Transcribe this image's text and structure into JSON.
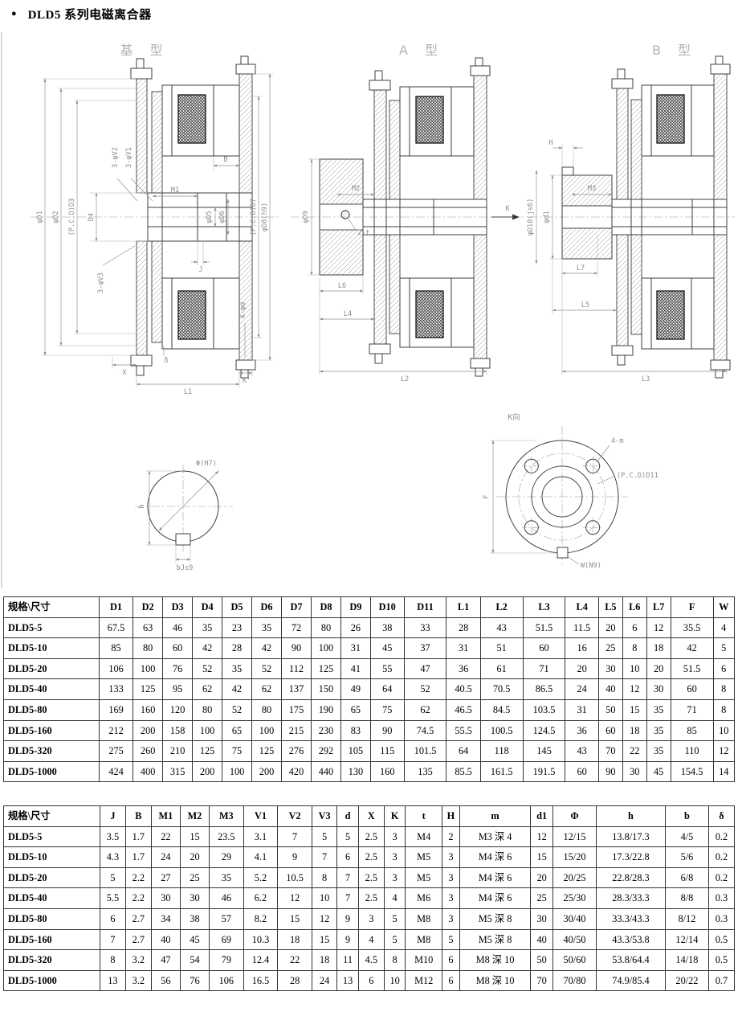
{
  "page": {
    "bullet": "●",
    "title": "DLD5 系列电磁离合器"
  },
  "dwg": {
    "base": {
      "title": "基 型",
      "dim_d1": "φD1",
      "dim_d2": "φD2",
      "dim_d3": "(P.C.D)D3",
      "dim_d4": "D4",
      "dim_v2": "3-φV2",
      "dim_v1": "3-φV1",
      "dim_v3": "3-φV3",
      "dim_b": "B",
      "dim_m1": "M1",
      "dim_d5": "φD5",
      "dim_d6": "φD6",
      "dim_d7": "(P.C.D)D7",
      "dim_d8": "φD8(h9)",
      "dim_j": "J",
      "dim_4d": "4-φd",
      "dim_delta": "δ",
      "dim_x": "X",
      "dim_l1": "L1",
      "dim_k": "K'"
    },
    "typeA": {
      "title": "A 型",
      "dim_d9": "φD9",
      "dim_m2": "M2",
      "dim_2t": "2-t",
      "dim_k": "K",
      "dim_l6": "L6",
      "dim_l4": "L4",
      "dim_l2": "L2"
    },
    "typeB": {
      "title": "B 型",
      "dim_h": "H",
      "dim_m3": "M3",
      "dim_d10": "φD10(js6)",
      "dim_d1": "φd1",
      "dim_l7": "L7",
      "dim_l5": "L5",
      "dim_l3": "L3"
    },
    "bore": {
      "dim_phi": "Φ(H7)",
      "dim_h": "h",
      "dim_b": "bJs9"
    },
    "flange": {
      "title": "K向",
      "dim_m": "4-m",
      "dim_pcd": "(P.C.D)D11",
      "dim_f": "F",
      "dim_w": "W(N9)"
    }
  },
  "table1": {
    "headers": [
      "规格\\尺寸",
      "D1",
      "D2",
      "D3",
      "D4",
      "D5",
      "D6",
      "D7",
      "D8",
      "D9",
      "D10",
      "D11",
      "L1",
      "L2",
      "L3",
      "L4",
      "L5",
      "L6",
      "L7",
      "F",
      "W"
    ],
    "rows": [
      [
        "DLD5-5",
        "67.5",
        "63",
        "46",
        "35",
        "23",
        "35",
        "72",
        "80",
        "26",
        "38",
        "33",
        "28",
        "43",
        "51.5",
        "11.5",
        "20",
        "6",
        "12",
        "35.5",
        "4"
      ],
      [
        "DLD5-10",
        "85",
        "80",
        "60",
        "42",
        "28",
        "42",
        "90",
        "100",
        "31",
        "45",
        "37",
        "31",
        "51",
        "60",
        "16",
        "25",
        "8",
        "18",
        "42",
        "5"
      ],
      [
        "DLD5-20",
        "106",
        "100",
        "76",
        "52",
        "35",
        "52",
        "112",
        "125",
        "41",
        "55",
        "47",
        "36",
        "61",
        "71",
        "20",
        "30",
        "10",
        "20",
        "51.5",
        "6"
      ],
      [
        "DLD5-40",
        "133",
        "125",
        "95",
        "62",
        "42",
        "62",
        "137",
        "150",
        "49",
        "64",
        "52",
        "40.5",
        "70.5",
        "86.5",
        "24",
        "40",
        "12",
        "30",
        "60",
        "8"
      ],
      [
        "DLD5-80",
        "169",
        "160",
        "120",
        "80",
        "52",
        "80",
        "175",
        "190",
        "65",
        "75",
        "62",
        "46.5",
        "84.5",
        "103.5",
        "31",
        "50",
        "15",
        "35",
        "71",
        "8"
      ],
      [
        "DLD5-160",
        "212",
        "200",
        "158",
        "100",
        "65",
        "100",
        "215",
        "230",
        "83",
        "90",
        "74.5",
        "55.5",
        "100.5",
        "124.5",
        "36",
        "60",
        "18",
        "35",
        "85",
        "10"
      ],
      [
        "DLD5-320",
        "275",
        "260",
        "210",
        "125",
        "75",
        "125",
        "276",
        "292",
        "105",
        "115",
        "101.5",
        "64",
        "118",
        "145",
        "43",
        "70",
        "22",
        "35",
        "110",
        "12"
      ],
      [
        "DLD5-1000",
        "424",
        "400",
        "315",
        "200",
        "100",
        "200",
        "420",
        "440",
        "130",
        "160",
        "135",
        "85.5",
        "161.5",
        "191.5",
        "60",
        "90",
        "30",
        "45",
        "154.5",
        "14"
      ]
    ]
  },
  "table2": {
    "headers": [
      "规格\\尺寸",
      "J",
      "B",
      "M1",
      "M2",
      "M3",
      "V1",
      "V2",
      "V3",
      "d",
      "X",
      "K",
      "t",
      "H",
      "m",
      "d1",
      "Φ",
      "h",
      "b",
      "δ"
    ],
    "rows": [
      [
        "DLD5-5",
        "3.5",
        "1.7",
        "22",
        "15",
        "23.5",
        "3.1",
        "7",
        "5",
        "5",
        "2.5",
        "3",
        "M4",
        "2",
        "M3 深 4",
        "12",
        "12/15",
        "13.8/17.3",
        "4/5",
        "0.2"
      ],
      [
        "DLD5-10",
        "4.3",
        "1.7",
        "24",
        "20",
        "29",
        "4.1",
        "9",
        "7",
        "6",
        "2.5",
        "3",
        "M5",
        "3",
        "M4 深 6",
        "15",
        "15/20",
        "17.3/22.8",
        "5/6",
        "0.2"
      ],
      [
        "DLD5-20",
        "5",
        "2.2",
        "27",
        "25",
        "35",
        "5.2",
        "10.5",
        "8",
        "7",
        "2.5",
        "3",
        "M5",
        "3",
        "M4 深 6",
        "20",
        "20/25",
        "22.8/28.3",
        "6/8",
        "0.2"
      ],
      [
        "DLD5-40",
        "5.5",
        "2.2",
        "30",
        "30",
        "46",
        "6.2",
        "12",
        "10",
        "7",
        "2.5",
        "4",
        "M6",
        "3",
        "M4 深 6",
        "25",
        "25/30",
        "28.3/33.3",
        "8/8",
        "0.3"
      ],
      [
        "DLD5-80",
        "6",
        "2.7",
        "34",
        "38",
        "57",
        "8.2",
        "15",
        "12",
        "9",
        "3",
        "5",
        "M8",
        "3",
        "M5 深 8",
        "30",
        "30/40",
        "33.3/43.3",
        "8/12",
        "0.3"
      ],
      [
        "DLD5-160",
        "7",
        "2.7",
        "40",
        "45",
        "69",
        "10.3",
        "18",
        "15",
        "9",
        "4",
        "5",
        "M8",
        "5",
        "M5 深 8",
        "40",
        "40/50",
        "43.3/53.8",
        "12/14",
        "0.5"
      ],
      [
        "DLD5-320",
        "8",
        "3.2",
        "47",
        "54",
        "79",
        "12.4",
        "22",
        "18",
        "11",
        "4.5",
        "8",
        "M10",
        "6",
        "M8 深 10",
        "50",
        "50/60",
        "53.8/64.4",
        "14/18",
        "0.5"
      ],
      [
        "DLD5-1000",
        "13",
        "3.2",
        "56",
        "76",
        "106",
        "16.5",
        "28",
        "24",
        "13",
        "6",
        "10",
        "M12",
        "6",
        "M8 深 10",
        "70",
        "70/80",
        "74.9/85.4",
        "20/22",
        "0.7"
      ]
    ]
  }
}
